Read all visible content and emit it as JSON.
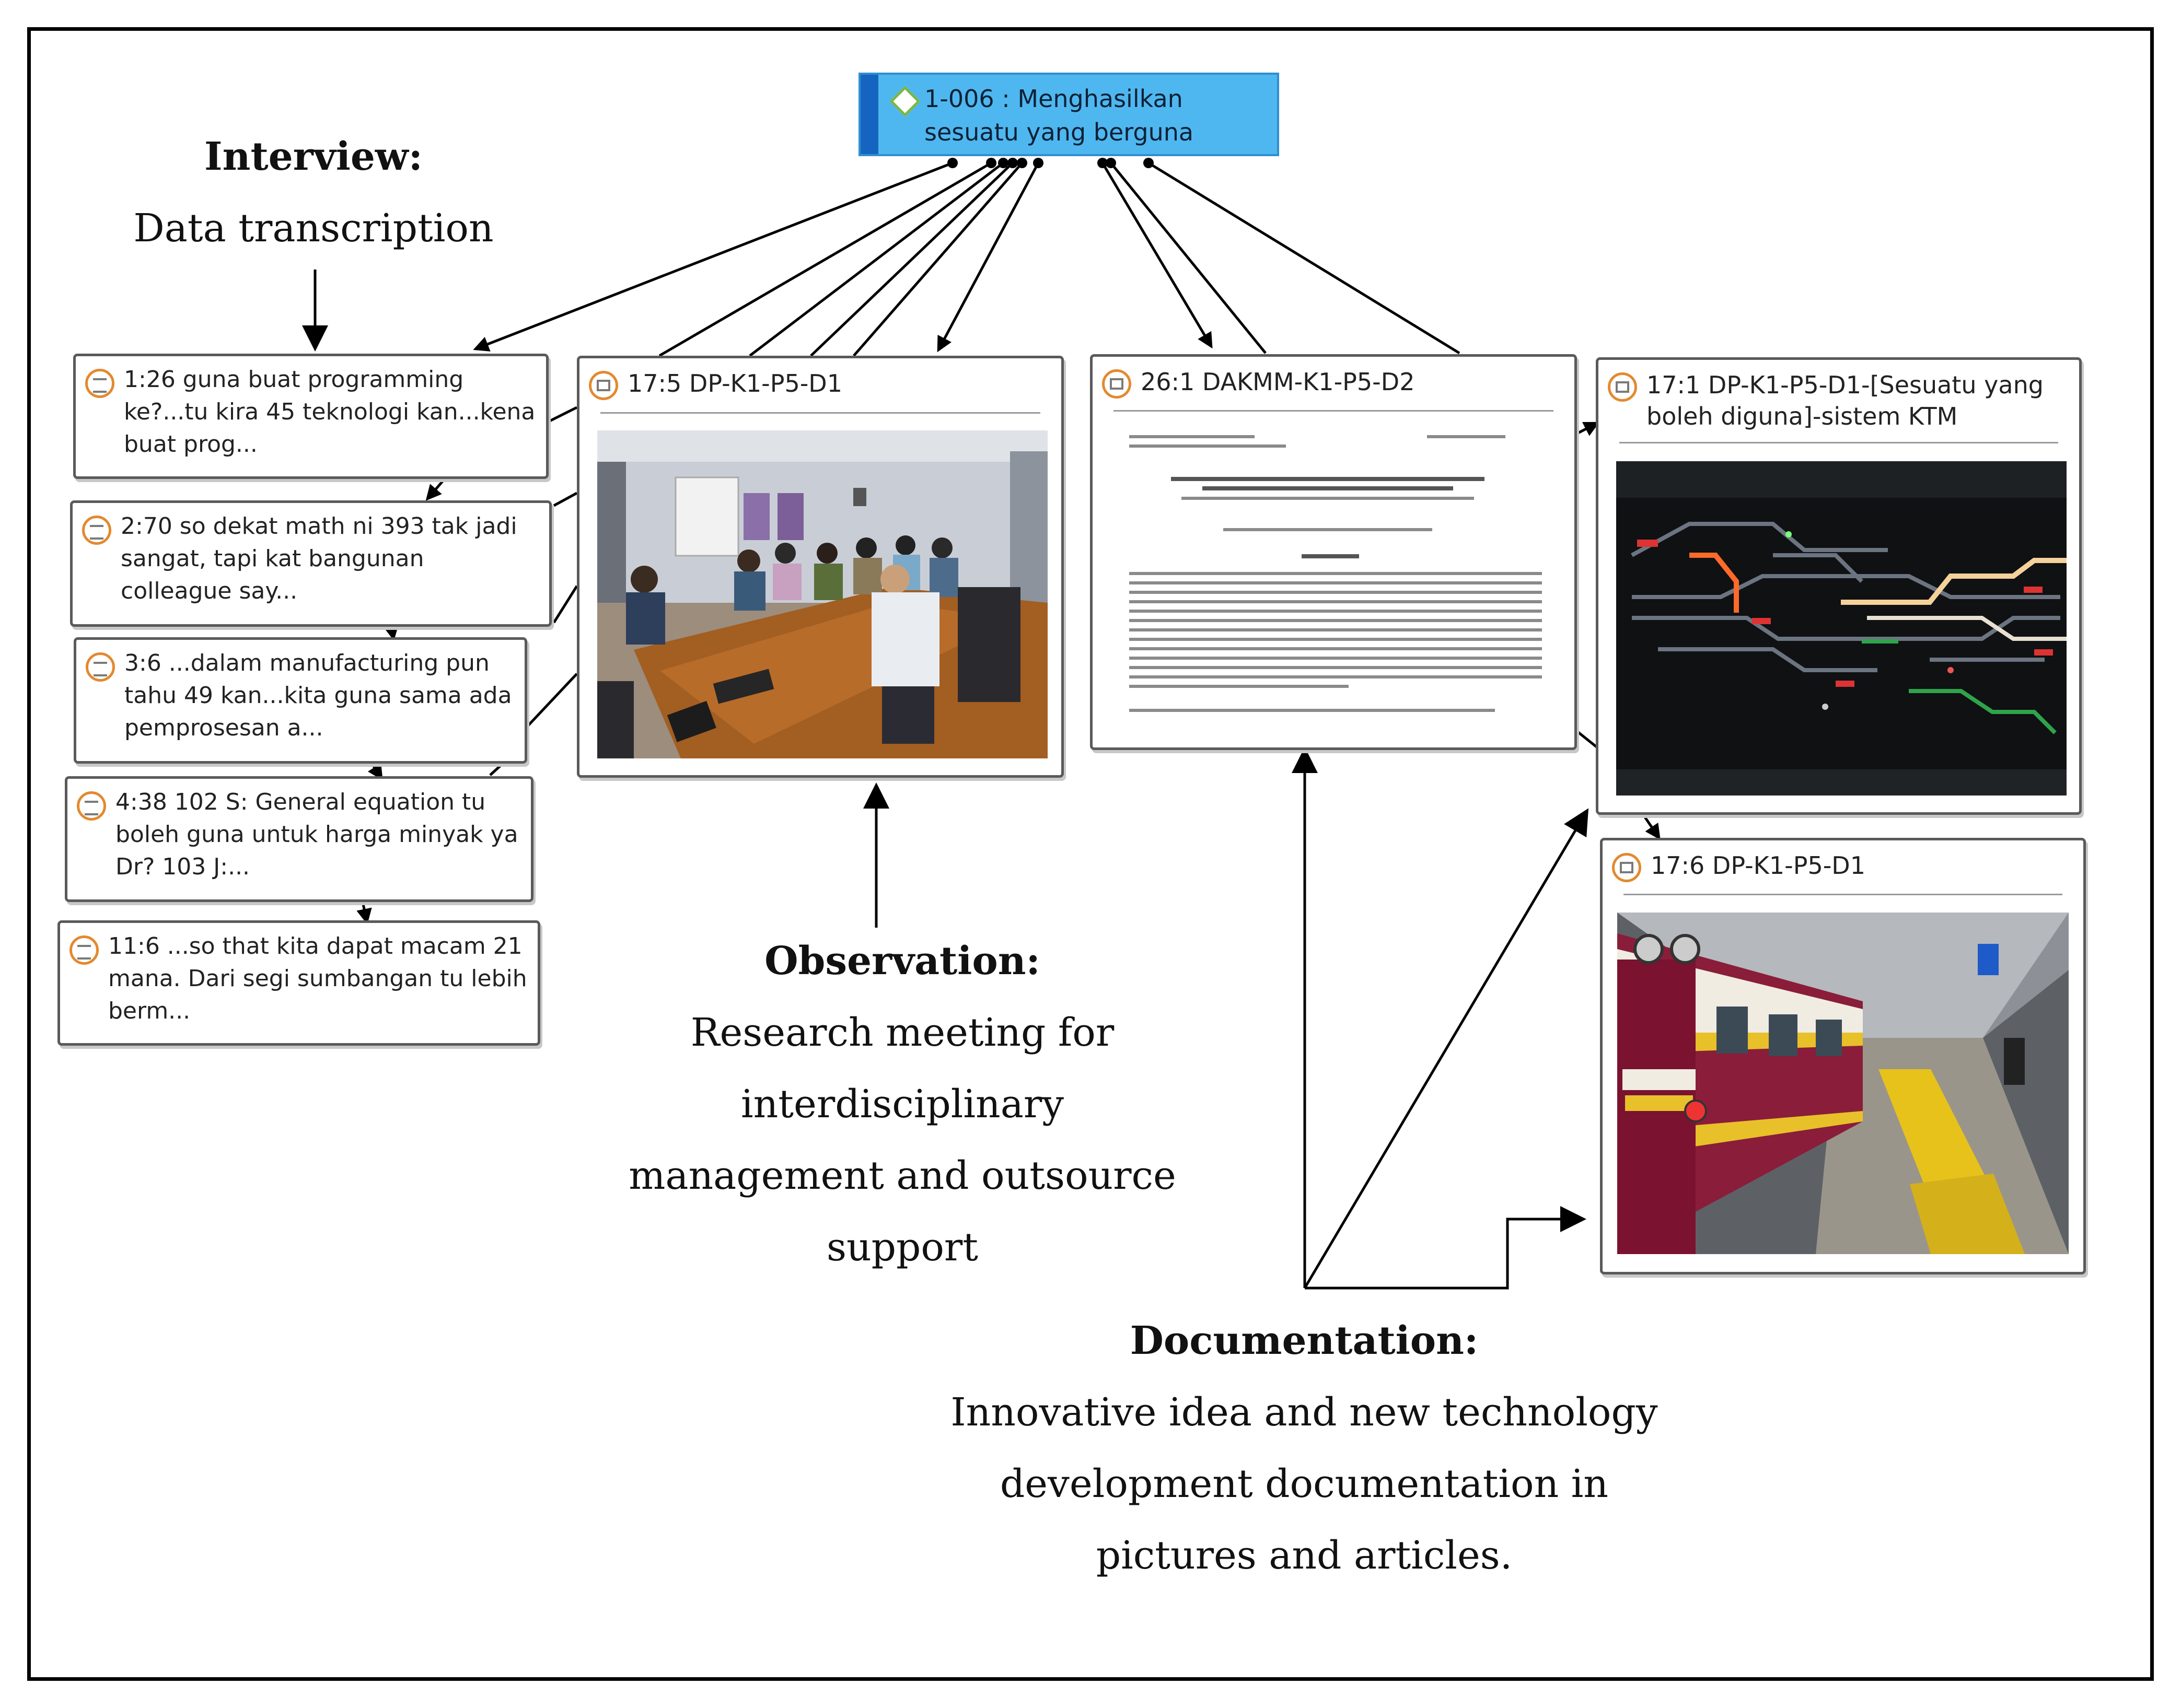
{
  "code": {
    "icon": "code-diamond-icon",
    "label": "1-006 : Menghasilkan sesuatu yang berguna"
  },
  "quotations": [
    {
      "icon": "quotation-icon",
      "text": "1:26 guna buat programming ke?...tu kira  45 teknologi kan...kena buat prog..."
    },
    {
      "icon": "quotation-icon",
      "text": "2:70 so dekat math ni  393 tak jadi sangat, tapi kat bangunan colleague say..."
    },
    {
      "icon": "quotation-icon",
      "text": "3:6 ...dalam manufacturing pun tahu  49 kan...kita guna sama ada pemprosesan a..."
    },
    {
      "icon": "quotation-icon",
      "text": "4:38 102 S: General equation tu boleh guna untuk harga minyak ya Dr? 103 J:..."
    },
    {
      "icon": "quotation-icon",
      "text": "11:6 ...so that kita dapat macam   21 mana. Dari segi sumbangan tu lebih berm..."
    }
  ],
  "documents": [
    {
      "icon": "image-document-icon",
      "title": "17:5 DP-K1-P5-D1",
      "content": "meeting-room-photo"
    },
    {
      "icon": "text-document-icon",
      "title": "26:1 DAKMM-K1-P5-D2",
      "content": "article-page"
    },
    {
      "icon": "image-document-icon",
      "title": "17:1 DP-K1-P5-D1-[Sesuatu yang boleh diguna]-sistem KTM",
      "content": "control-panel-photo"
    },
    {
      "icon": "image-document-icon",
      "title": "17:6 DP-K1-P5-D1",
      "content": "train-platform-photo"
    }
  ],
  "captions": {
    "interview": {
      "heading": "Interview:",
      "lines": [
        "Data transcription"
      ]
    },
    "observation": {
      "heading": "Observation:",
      "lines": [
        "Research meeting for",
        "interdisciplinary",
        "management and outsource",
        "support"
      ]
    },
    "documentation": {
      "heading": "Documentation:",
      "lines": [
        "Innovative idea and new technology",
        "development documentation in",
        "pictures and articles."
      ]
    }
  },
  "colors": {
    "code_fill": "#4fb7ef",
    "code_bar": "#1565c0",
    "code_diamond": "#7ab648",
    "icon_ring": "#e3892f",
    "card_border": "#5a5a5a",
    "line": "#000000"
  }
}
